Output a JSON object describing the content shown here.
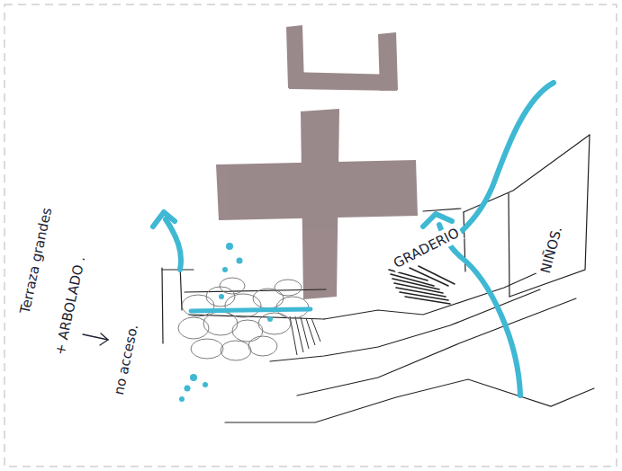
{
  "diagram": {
    "labels": [
      "Terraza grandes",
      "+ ARBOLADO .",
      "no acceso.",
      "GRADERIO",
      "NIÑOS."
    ]
  }
}
